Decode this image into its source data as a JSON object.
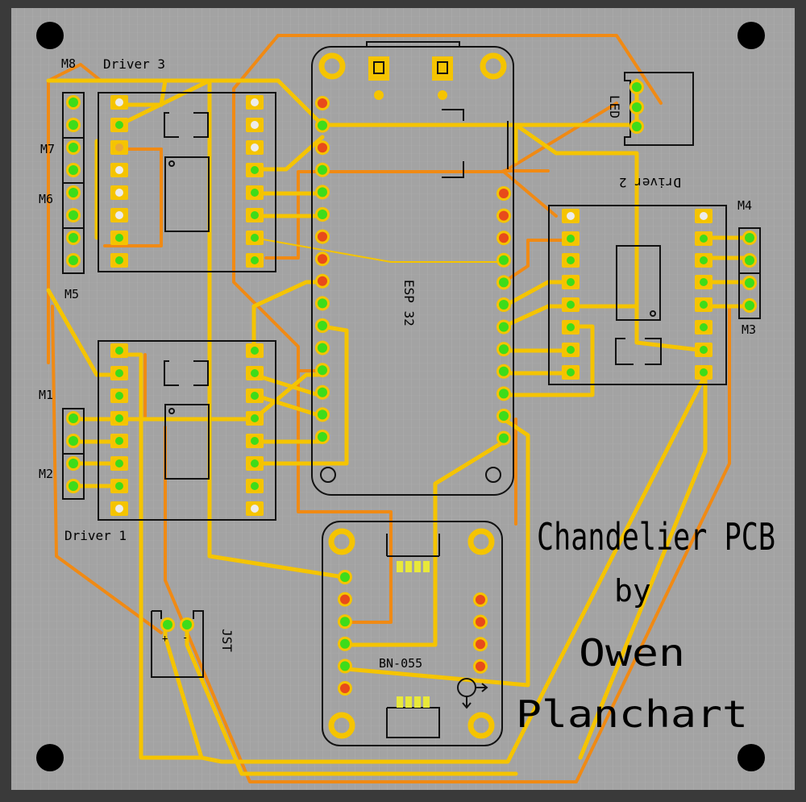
{
  "board": {
    "title": "Chandelier PCB",
    "by": "by",
    "author_first": "Owen",
    "author_last": "Planchart"
  },
  "labels": {
    "driver1": "Driver 1",
    "driver2": "Driver 2",
    "driver3": "Driver 3",
    "esp32": "ESP 32",
    "bno055": "BN-055",
    "jst": "JST",
    "led": "LED",
    "plus": "+",
    "minus": "-",
    "m1": "M1",
    "m2": "M2",
    "m3": "M3",
    "m4": "M4",
    "m5": "M5",
    "m6": "M6",
    "m7": "M7",
    "m8": "M8"
  },
  "colors": {
    "board": "#a3a3a3",
    "grid": "#b2b2b2",
    "outer": "#3a3a3a",
    "trace_orange": "#f08a14",
    "trace_yellow": "#f5c400",
    "pad_gold": "#f5c400",
    "pad_green": "#3ddc1a",
    "pad_red": "#e84a1a",
    "silk": "#111111"
  }
}
